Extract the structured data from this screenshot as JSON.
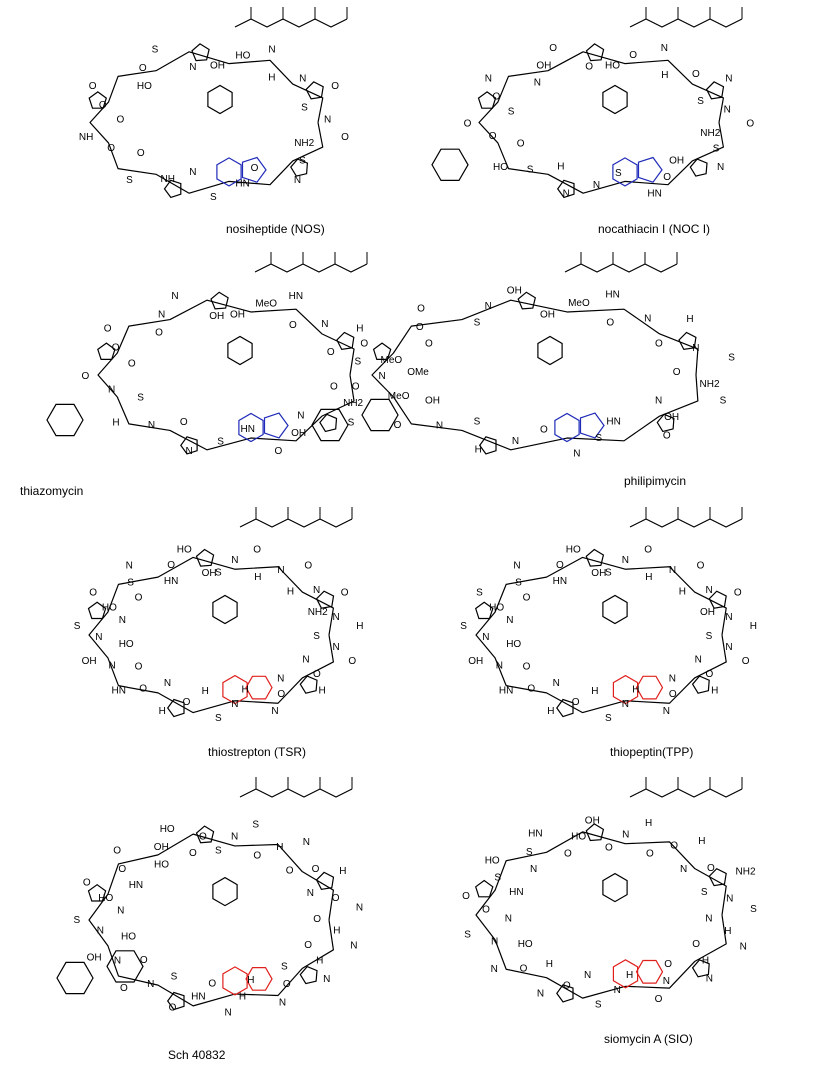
{
  "colors": {
    "ink": "#000000",
    "blue": "#1f2bb8",
    "red": "#e0201c"
  },
  "compounds": [
    {
      "id": "nos",
      "name": "nosiheptide (NOS)",
      "highlight": "blue",
      "atoms": [
        "OH",
        "HO",
        "N",
        "H",
        "N",
        "O",
        "S",
        "N",
        "O",
        "NH2",
        "S",
        "N",
        "O",
        "HN",
        "S",
        "N",
        "NH",
        "S",
        "O",
        "O",
        "NH",
        "O",
        "O",
        "O",
        "HO",
        "O",
        "S",
        "N"
      ]
    },
    {
      "id": "noc",
      "name": "nocathiacin I (NOC I)",
      "highlight": "blue",
      "atoms": [
        "HO",
        "O",
        "N",
        "H",
        "O",
        "N",
        "S",
        "N",
        "O",
        "NH2",
        "S",
        "N",
        "OH",
        "O",
        "HN",
        "S",
        "N",
        "N",
        "H",
        "S",
        "HO",
        "O",
        "O",
        "O",
        "S",
        "O",
        "N",
        "N",
        "OH",
        "O",
        "O"
      ]
    },
    {
      "id": "thz",
      "name": "thiazomycin",
      "highlight": "blue",
      "atoms": [
        "OH",
        "MeO",
        "HN",
        "O",
        "N",
        "H",
        "O",
        "S",
        "N",
        "O",
        "NH2",
        "S",
        "N",
        "OH",
        "O",
        "HN",
        "S",
        "N",
        "O",
        "N",
        "H",
        "S",
        "N",
        "O",
        "O",
        "O",
        "O",
        "O",
        "N",
        "N",
        "OH"
      ]
    },
    {
      "id": "phi",
      "name": "philipimycin",
      "highlight": "blue",
      "atoms": [
        "OH",
        "MeO",
        "HN",
        "O",
        "N",
        "H",
        "O",
        "N",
        "S",
        "O",
        "NH2",
        "S",
        "N",
        "OH",
        "O",
        "HN",
        "S",
        "N",
        "O",
        "N",
        "H",
        "S",
        "N",
        "O",
        "OH",
        "MeO",
        "O",
        "OMe",
        "MeO",
        "O",
        "O",
        "O",
        "O",
        "S",
        "N",
        "OH"
      ]
    },
    {
      "id": "tsr",
      "name": "thiostrepton (TSR)",
      "highlight": "red",
      "atoms": [
        "S",
        "N",
        "O",
        "H",
        "N",
        "O",
        "H",
        "N",
        "O",
        "NH2",
        "N",
        "H",
        "S",
        "N",
        "O",
        "N",
        "O",
        "H",
        "N",
        "O",
        "N",
        "H",
        "N",
        "S",
        "H",
        "O",
        "H",
        "N",
        "O",
        "HN",
        "O",
        "N",
        "OH",
        "HO",
        "N",
        "S",
        "N",
        "HO",
        "O",
        "O",
        "S",
        "N",
        "HN",
        "O",
        "HO",
        "OH"
      ]
    },
    {
      "id": "tpp",
      "name": "thiopeptin(TPP)",
      "highlight": "red",
      "atoms": [
        "S",
        "N",
        "O",
        "H",
        "N",
        "O",
        "H",
        "N",
        "O",
        "OH",
        "N",
        "H",
        "S",
        "N",
        "O",
        "N",
        "O",
        "H",
        "N",
        "O",
        "N",
        "H",
        "N",
        "S",
        "H",
        "O",
        "H",
        "N",
        "O",
        "HN",
        "O",
        "N",
        "OH",
        "HO",
        "N",
        "S",
        "N",
        "HO",
        "S",
        "O",
        "S",
        "N",
        "HN",
        "O",
        "HO",
        "OH"
      ]
    },
    {
      "id": "sch",
      "name": "Sch 40832",
      "highlight": "red",
      "atoms": [
        "S",
        "N",
        "S",
        "O",
        "H",
        "N",
        "O",
        "O",
        "H",
        "N",
        "O",
        "N",
        "O",
        "H",
        "N",
        "O",
        "H",
        "N",
        "S",
        "O",
        "N",
        "H",
        "H",
        "N",
        "O",
        "HN",
        "O",
        "S",
        "N",
        "O",
        "O",
        "N",
        "OH",
        "HO",
        "N",
        "S",
        "N",
        "HO",
        "O",
        "HN",
        "O",
        "O",
        "HO",
        "OH",
        "HO",
        "O",
        "O"
      ]
    },
    {
      "id": "sio",
      "name": "siomycin A (SIO)",
      "highlight": "red",
      "atoms": [
        "O",
        "N",
        "H",
        "O",
        "O",
        "H",
        "N",
        "O",
        "NH2",
        "S",
        "N",
        "S",
        "N",
        "H",
        "N",
        "O",
        "H",
        "N",
        "O",
        "N",
        "O",
        "H",
        "N",
        "S",
        "N",
        "O",
        "N",
        "H",
        "O",
        "N",
        "HO",
        "N",
        "S",
        "N",
        "O",
        "O",
        "HN",
        "S",
        "HO",
        "N",
        "S",
        "HN",
        "O",
        "HO",
        "OH"
      ]
    }
  ]
}
